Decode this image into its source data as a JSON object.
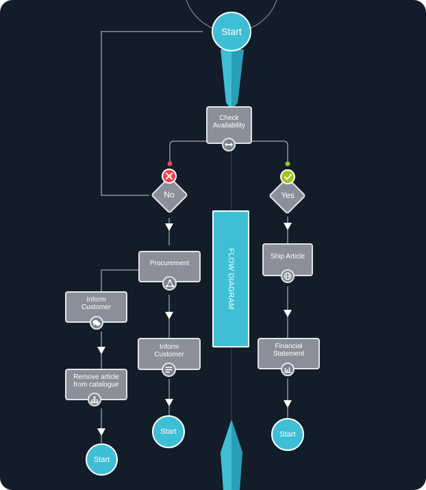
{
  "colors": {
    "background": "#131c29",
    "accent": "#3fbfd6",
    "node_fill": "#8a8f99",
    "connector": "#c9ccd2",
    "no_status": "#f0444f",
    "yes_status": "#9fc51f"
  },
  "diagram": {
    "top_start": {
      "label": "Start"
    },
    "check": {
      "label": "Check\nAvailability",
      "icon": "arrows-left-right-icon"
    },
    "no_decision": {
      "label": "No",
      "status_icon": "x-icon"
    },
    "yes_decision": {
      "label": "Yes",
      "status_icon": "check-icon"
    },
    "procurement": {
      "label": "Procurement",
      "icon": "triangle-nodes-icon"
    },
    "inform_customer_left": {
      "label": "Inform\nCustomer",
      "icon": "chat-bubbles-icon"
    },
    "inform_customer_mid": {
      "label": "Inform\nCustomer",
      "icon": "text-lines-icon"
    },
    "remove_article": {
      "label": "Remove article\nfrom catalogue",
      "icon": "sitemap-icon"
    },
    "ship_article": {
      "label": "Ship Article",
      "icon": "globe-icon"
    },
    "financial_statement": {
      "label": "Financial\nStatement",
      "icon": "bar-chart-icon"
    },
    "start_left": {
      "label": "Start"
    },
    "start_mid": {
      "label": "Start"
    },
    "start_right": {
      "label": "Start"
    },
    "banner": {
      "label": "FLOW DIAGRAM"
    }
  }
}
